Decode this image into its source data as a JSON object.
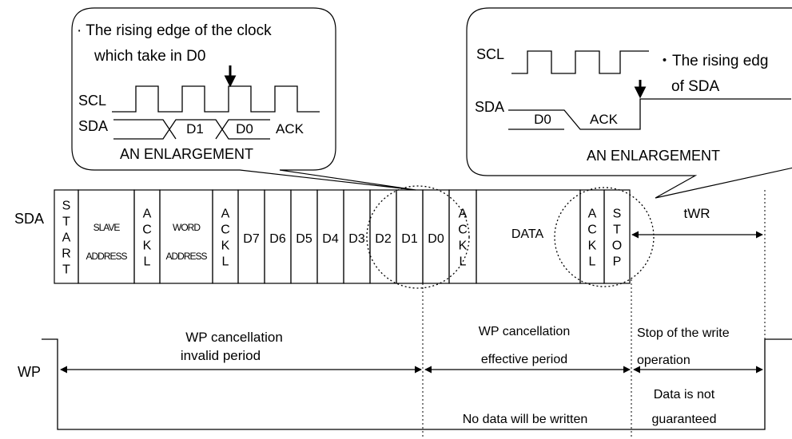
{
  "callout_left": {
    "caption_line1": "· The rising edge of the clock",
    "caption_line2": "which take in D0",
    "scl_label": "SCL",
    "sda_label": "SDA",
    "d1": "D1",
    "d0": "D0",
    "ack": "ACK",
    "title": "AN ENLARGEMENT"
  },
  "callout_right": {
    "scl_label": "SCL",
    "sda_label": "SDA",
    "caption_line1": "・The rising edg",
    "caption_line2": "of SDA",
    "d0": "D0",
    "ack": "ACK",
    "title": "AN ENLARGEMENT"
  },
  "sda_row": {
    "label": "SDA",
    "start": [
      "S",
      "T",
      "A",
      "R",
      "T"
    ],
    "slave": "SLAVE",
    "slave_address": "ADDRESS",
    "ack1": [
      "A",
      "C",
      "K",
      "L"
    ],
    "word": "WORD",
    "word_address": "ADDRESS",
    "ack2": [
      "A",
      "C",
      "K",
      "L"
    ],
    "bits": [
      "D7",
      "D6",
      "D5",
      "D4",
      "D3",
      "D2",
      "D1",
      "D0"
    ],
    "ack3": [
      "A",
      "C",
      "K",
      "L"
    ],
    "data": "DATA",
    "ack4": [
      "A",
      "C",
      "K",
      "L"
    ],
    "stop": [
      "S",
      "T",
      "O",
      "P"
    ],
    "twr": "tWR"
  },
  "wp_row": {
    "label": "WP",
    "invalid_line1": "WP cancellation",
    "invalid_line2": "invalid period",
    "effective_line1": "WP cancellation",
    "effective_line2": "effective period",
    "no_data": "No data will be written",
    "stop_line1": "Stop of the write",
    "stop_line2": "operation",
    "not_line1": "Data is not",
    "not_line2": "guaranteed"
  }
}
